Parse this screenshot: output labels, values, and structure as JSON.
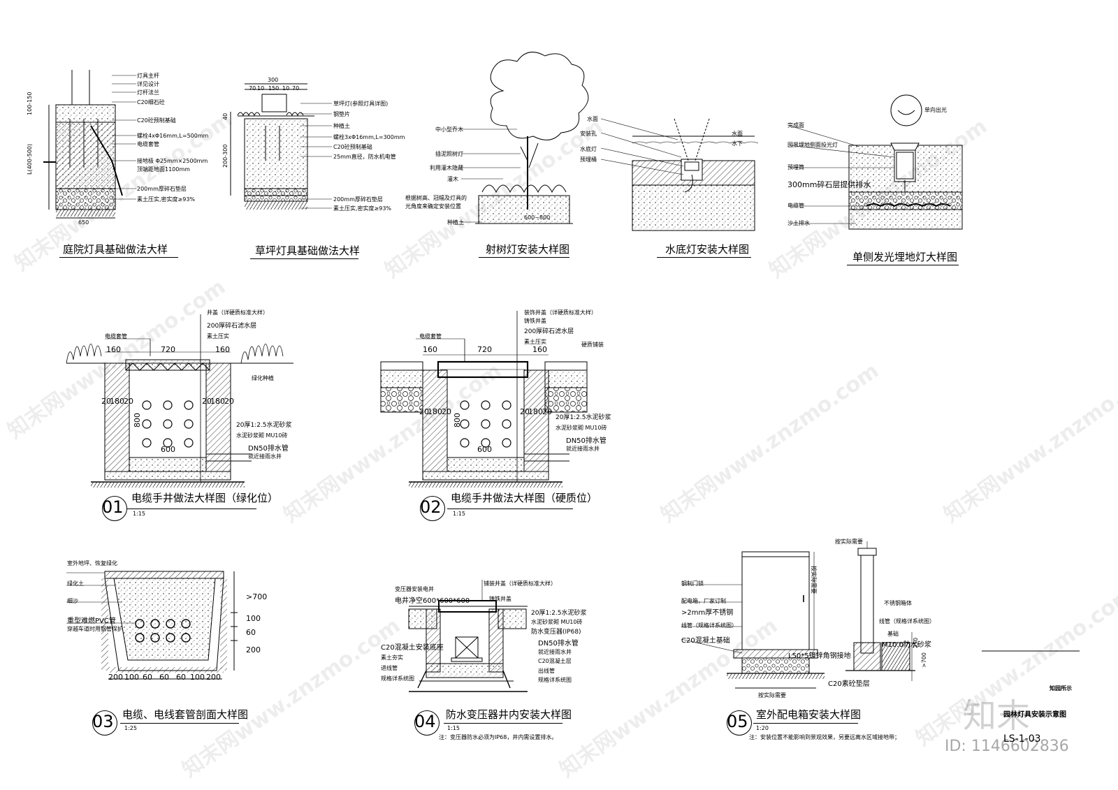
{
  "titles": {
    "t1": "庭院灯具基础做法大样",
    "t2": "草坪灯具基础做法大样",
    "t3": "射树灯安装大样图",
    "t4": "水底灯安装大样图",
    "t5": "单侧发光埋地灯大样图",
    "t6": "电缆手井做法大样图（绿化位）",
    "t7": "电缆手井做法大样图（硬质位）",
    "t8": "电缆、电线套管剖面大样图",
    "t9": "防水变压器井内安装大样图",
    "t10": "室外配电箱安装大样图",
    "t11": "园林灯具安装示意图"
  },
  "detail_numbers": {
    "n1": "01",
    "n2": "02",
    "n3": "03",
    "n4": "04",
    "n5": "05"
  },
  "scales": {
    "s1": "1:15",
    "s2": "1:15",
    "s3": "1:25",
    "s4": "1:15",
    "s5": "1:20"
  },
  "d1": {
    "labels": [
      "灯具主杆",
      "详见设计",
      "灯杆法兰",
      "C20细石砼",
      "C20砼预制基础",
      "螺栓4xΦ16mm,L=500mm",
      "电缆套管",
      "接地极 Φ25mm×2500mm",
      "顶端距地面1100mm",
      "200mm厚碎石垫层",
      "素土压实,密实度≥93%"
    ],
    "dims": [
      "100-150",
      "L(400-500)",
      "650"
    ]
  },
  "d2": {
    "labels": [
      "草坪灯(参照灯具详图)",
      "钢垫片",
      "种植土",
      "螺栓3xΦ16mm,L=300mm",
      "C20砼预制基础",
      "25mm直径，防水机电管",
      "200mm厚碎石垫层",
      "素土压实,密实度≥93%"
    ],
    "dims": [
      "300",
      "70",
      "10",
      "150",
      "10",
      "70",
      "40",
      "200-300"
    ]
  },
  "d3": {
    "labels": [
      "中小型乔木",
      "插泥照树灯",
      "利用灌木隐藏",
      "灌木",
      "根据树高、冠幅及灯具的",
      "光角度来确定安装位置",
      "种植土"
    ],
    "dims": [
      "600~800"
    ]
  },
  "d4": {
    "labels": [
      "水面",
      "安装孔",
      "水底灯",
      "预埋桶",
      "水面",
      "水下"
    ]
  },
  "d5": {
    "labels": [
      "单向出光",
      "完成面",
      "园景埋地侧面投光灯",
      "预埋筒",
      "300mm碎石层提供排水",
      "电缆管",
      "沙土排水"
    ]
  },
  "d6": {
    "labels": [
      "井盖（详硬质标准大样）",
      "200厚碎石滤水层",
      "素土压实",
      "电缆套管",
      "绿化种植",
      "20厚1:2.5水泥砂浆",
      "水泥砂浆砌 MU10砖",
      "DN50排水管",
      "就近接雨水井"
    ],
    "dims": [
      "160",
      "720",
      "160",
      "20",
      "180",
      "20",
      "20",
      "180",
      "20",
      "800",
      "600"
    ]
  },
  "d7": {
    "labels": [
      "装饰井盖（详硬质标准大样）",
      "铸铁井盖",
      "200厚碎石滤水层",
      "素土压实",
      "电缆套管",
      "硬质铺装",
      "20厚1:2.5水泥砂浆",
      "水泥砂浆砌 MU10砖",
      "DN50排水管",
      "就近接雨水井"
    ],
    "dims": [
      "160",
      "720",
      "160",
      "20",
      "180",
      "20",
      "20",
      "180",
      "20",
      "800",
      "600"
    ]
  },
  "d8": {
    "labels": [
      "室外地坪、恢复绿化",
      "绿化土",
      "细沙",
      "重型难燃PVC管",
      "穿越车道时用钢管保护"
    ],
    "dims": [
      ">700",
      "100",
      "60",
      "200",
      "200",
      "100",
      "60",
      "60",
      "60",
      "100",
      "200"
    ]
  },
  "d9": {
    "labels": [
      "变压器安装电井",
      "电井净空600*600*600",
      "铺装井盖（详硬质标准大样）",
      "铸铁井盖",
      "20厚1:2.5水泥砂浆",
      "水泥砂浆砌 MU10砖",
      "防水变压器(IP68)",
      "C20混凝土安装底座",
      "素土夯实",
      "进线管",
      "规格详系统图",
      "DN50排水管",
      "就近接雨水井",
      "C20混凝土层",
      "出线管",
      "规格详系统图"
    ],
    "note": "注：变压器防水必须为IP68，井内需设置排水。"
  },
  "d10": {
    "labels": [
      "按实际需要",
      "钢制门锁",
      "配电箱，厂家订制",
      ">2mm厚不锈钢",
      "线管（规格详系统图）",
      "C20混凝土基础",
      "按实际需要",
      "不锈钢箱体",
      "线管（规格详系统图）",
      "基础",
      "M10.0防水砂浆",
      "L50*5镀锌角钢接地",
      "C20素砼垫层",
      "按实际需要"
    ],
    "dims": [
      "250",
      ">700"
    ],
    "note": "注：安装位置不能影响到景观效果，另要远离水区域接地带；"
  },
  "frame": {
    "label": "知园所示",
    "drawing_no": "LS-1-03"
  },
  "watermarks": [
    "知末网www.znzmo.com"
  ],
  "id_text": "ID: 1146602836",
  "logo_text": "知末"
}
